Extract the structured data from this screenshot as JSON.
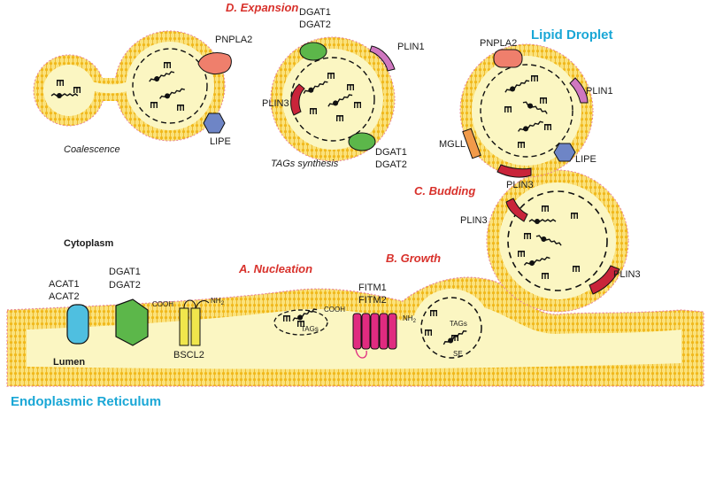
{
  "labels": {
    "expansion": "D. Expansion",
    "lipid_droplet": "Lipid Droplet",
    "budding": "C. Budding",
    "nucleation": "A. Nucleation",
    "growth": "B. Growth",
    "cytoplasm": "Cytoplasm",
    "lumen": "Lumen",
    "er": "Endoplasmic Reticulum",
    "coalescence": "Coalescence",
    "tags_synthesis": "TAGs synthesis",
    "pnpla2": "PNPLA2",
    "lipe": "LIPE",
    "dgat1": "DGAT1",
    "dgat2": "DGAT2",
    "plin1": "PLIN1",
    "plin3": "PLIN3",
    "mgll": "MGLL",
    "acat1": "ACAT1",
    "acat2": "ACAT2",
    "bscl2": "BSCL2",
    "cooh": "COOH",
    "nh2": "NH",
    "nh2_sub": "2",
    "fitm1": "FITM1",
    "fitm2": "FITM2",
    "tags": "TAGs",
    "se": "SE"
  },
  "colors": {
    "membrane_yellow": "#f4c21c",
    "lumen_fill": "#fbf6c2",
    "pink_dots": "#e7849a",
    "title_red": "#d8312b",
    "region_blue": "#1aa7d6",
    "pnpla2": "#ef7f6c",
    "lipe": "#6e85c6",
    "dgat": "#5cb74a",
    "plin1": "#cf77c0",
    "plin3": "#c9243a",
    "mgll": "#f19a4a",
    "acat": "#4fbfe0",
    "bscl2": "#f0e64c",
    "fitm": "#e02b80"
  }
}
